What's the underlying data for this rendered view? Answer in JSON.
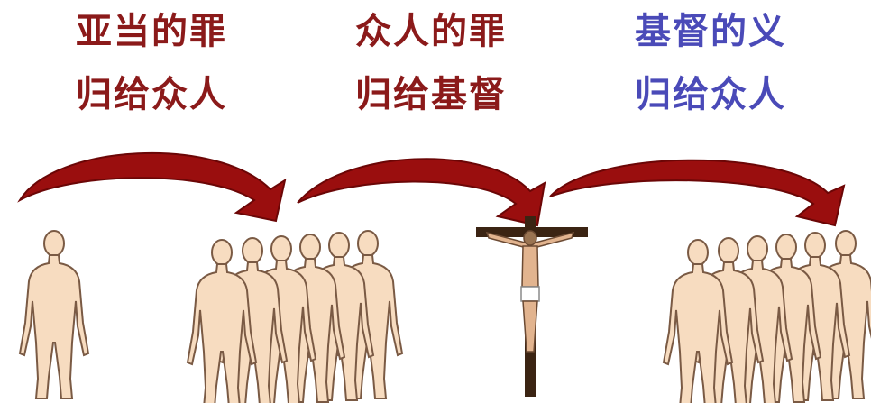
{
  "captions": [
    {
      "line1": "亚当的罪",
      "line2": "归给众人",
      "color": "#8b1a1a"
    },
    {
      "line1": "众人的罪",
      "line2": "归给基督",
      "color": "#8b1a1a"
    },
    {
      "line1": "基督的义",
      "line2": "归给众人",
      "color": "#4a4ab8"
    }
  ],
  "colors": {
    "arrow": "#9a0e0e",
    "arrow_shade": "#6b0606",
    "skin": "#f7dcc0",
    "outline": "#7a5a44",
    "cross": "#3b2413"
  },
  "groups": [
    {
      "label": "adam",
      "figures": 1
    },
    {
      "label": "all-people",
      "figures": 6
    },
    {
      "label": "christ-on-cross",
      "figures": 1
    },
    {
      "label": "all-people-justified",
      "figures": 6
    }
  ]
}
